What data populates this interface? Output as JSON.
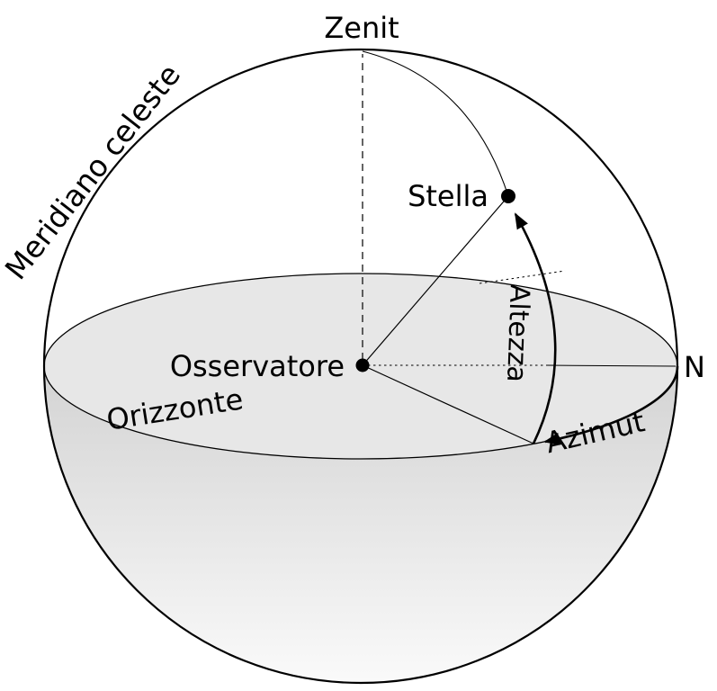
{
  "diagram": {
    "labels": {
      "zenit": "Zenit",
      "meridiano_celeste": "Meridiano celeste",
      "stella": "Stella",
      "osservatore": "Osservatore",
      "orizzonte": "Orizzonte",
      "altezza": "Altezza",
      "azimut": "Azimut",
      "north": "N"
    },
    "colors": {
      "stroke": "#000000",
      "horizon_disc": "#e7e7e7",
      "lower_sphere_top": "#d3d3d3",
      "lower_sphere_bottom": "#fafafa",
      "background": "#ffffff"
    }
  }
}
